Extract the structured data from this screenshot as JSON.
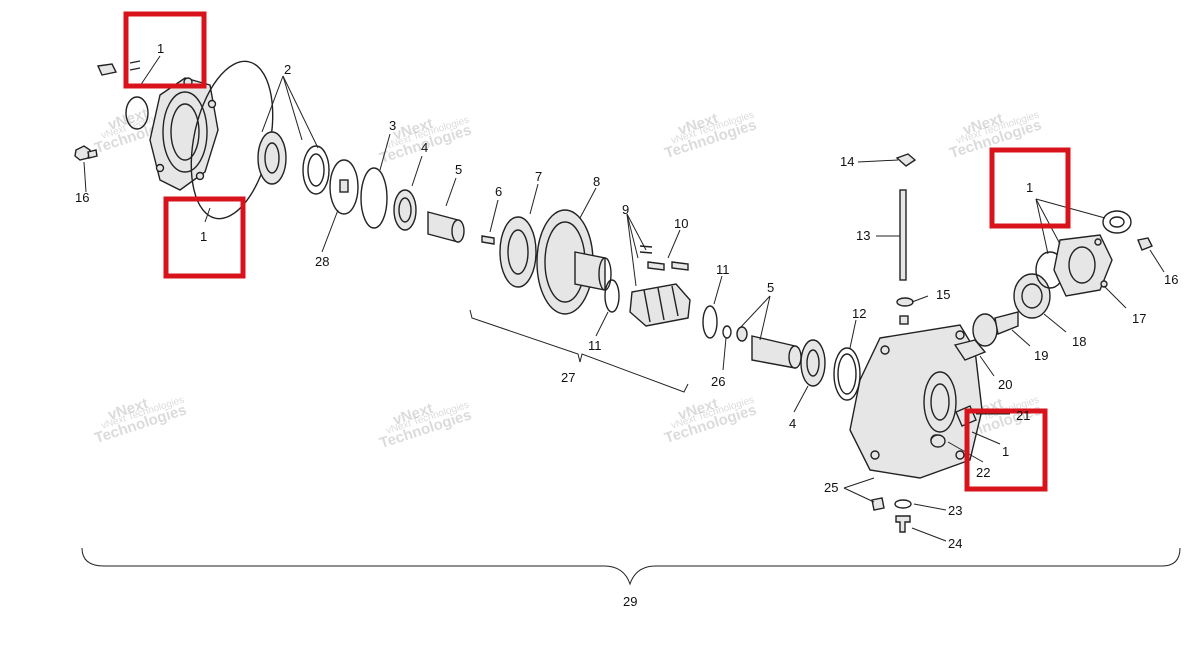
{
  "callouts": {
    "c1a": "1",
    "c1b": "1",
    "c1c": "1",
    "c1d": "1",
    "c2": "2",
    "c3": "3",
    "c4a": "4",
    "c4b": "4",
    "c5a": "5",
    "c5b": "5",
    "c6": "6",
    "c7": "7",
    "c8": "8",
    "c9": "9",
    "c10": "10",
    "c11a": "11",
    "c11b": "11",
    "c12": "12",
    "c13": "13",
    "c14": "14",
    "c15": "15",
    "c16a": "16",
    "c16b": "16",
    "c17": "17",
    "c18": "18",
    "c19": "19",
    "c20": "20",
    "c21": "21",
    "c22": "22",
    "c23": "23",
    "c24": "24",
    "c25": "25",
    "c26": "26",
    "c27": "27",
    "c28": "28",
    "c29": "29"
  },
  "watermark": {
    "line1": "vNext",
    "line2": "Technologies",
    "small": "vNext Technologies"
  },
  "highlight_color": "#d9131b"
}
